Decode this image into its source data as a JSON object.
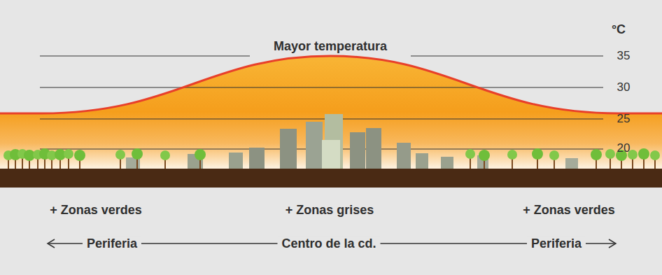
{
  "diagram": {
    "labels": [
      "°C",
      "Mayor temperatura",
      "35",
      "30",
      "25",
      "20",
      "+ Zonas verdes",
      "+ Zonas grises",
      "+ Zonas verdes",
      "Periferia",
      "Centro de la cd.",
      "Periferia"
    ]
  }
}
